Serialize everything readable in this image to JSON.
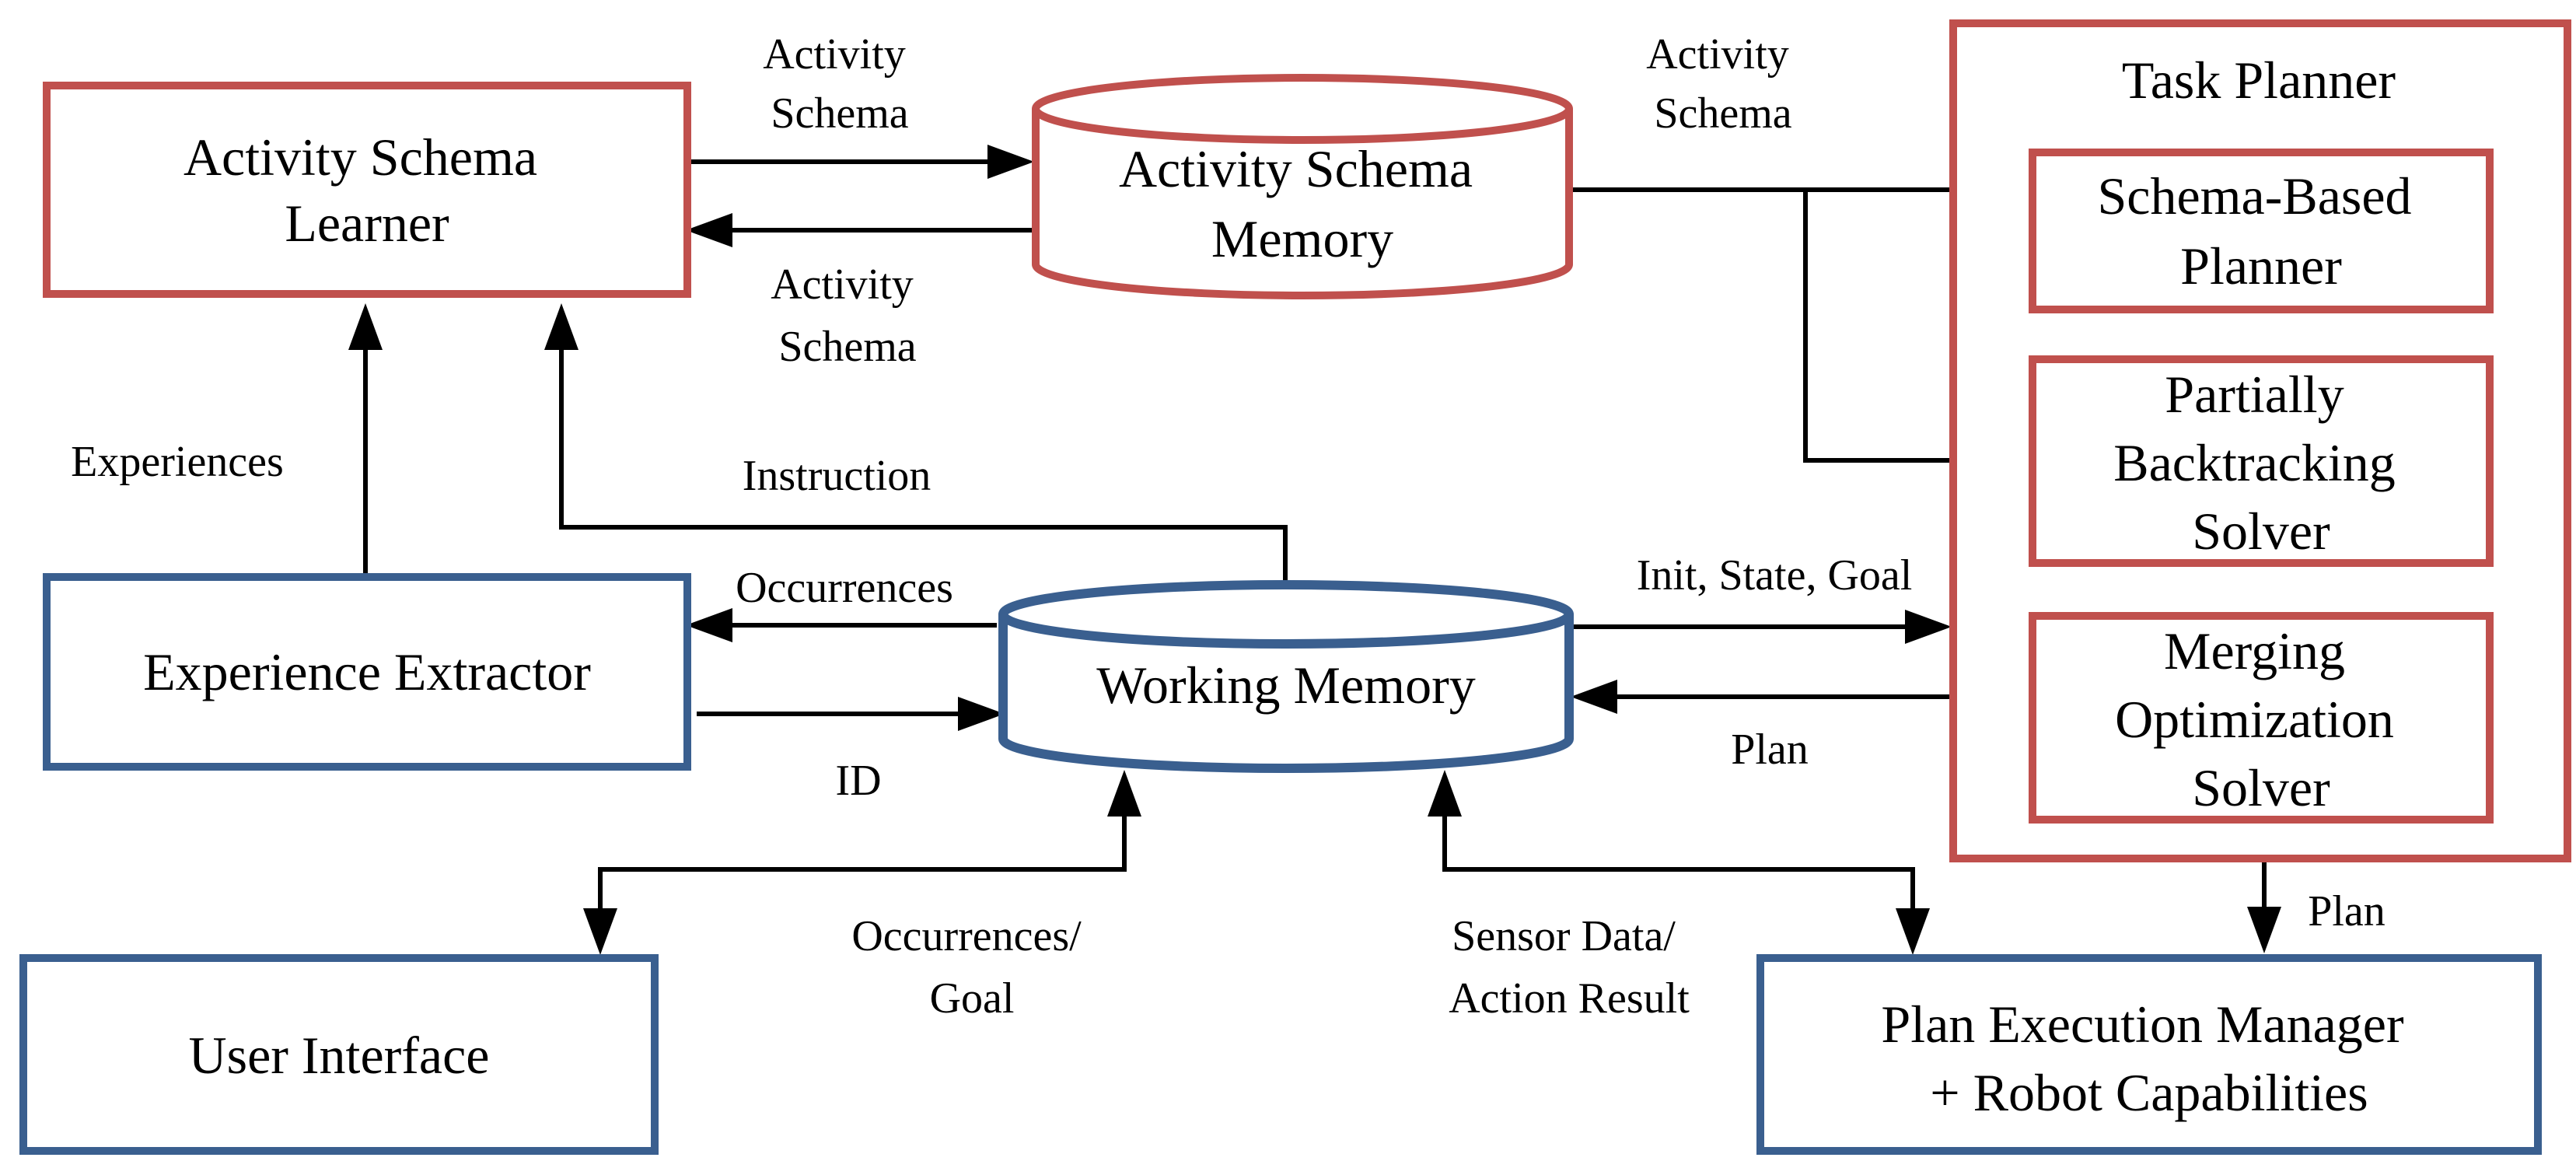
{
  "nodes": {
    "activity_schema_learner": [
      "Activity Schema",
      "Learner"
    ],
    "activity_schema_memory": [
      "Activity Schema",
      "Memory"
    ],
    "task_planner": [
      "Task Planner"
    ],
    "schema_based_planner": [
      "Schema-Based",
      "Planner"
    ],
    "partially_backtracking_solver": [
      "Partially",
      "Backtracking",
      "Solver"
    ],
    "merging_optimization_solver": [
      "Merging",
      "Optimization",
      "Solver"
    ],
    "experience_extractor": [
      "Experience Extractor"
    ],
    "working_memory": [
      "Working Memory"
    ],
    "user_interface": [
      "User Interface"
    ],
    "plan_execution_manager": [
      "Plan Execution Manager",
      "+ Robot Capabilities"
    ]
  },
  "edges": {
    "learner_to_memory": [
      "Activity",
      "Schema"
    ],
    "memory_to_learner": [
      "Activity",
      "Schema"
    ],
    "memory_to_planner": [
      "Activity",
      "Schema"
    ],
    "extractor_to_learner": [
      "Experiences"
    ],
    "wm_to_learner": [
      "Instruction"
    ],
    "wm_to_extractor": [
      "Occurrences"
    ],
    "extractor_to_wm": [
      "ID"
    ],
    "wm_to_planner": [
      "Init, State, Goal"
    ],
    "planner_to_wm": [
      "Plan"
    ],
    "ui_wm": [
      "Occurrences/",
      "Goal"
    ],
    "pem_wm": [
      "Sensor Data/",
      "Action Result"
    ],
    "planner_to_pem": [
      "Plan"
    ]
  }
}
